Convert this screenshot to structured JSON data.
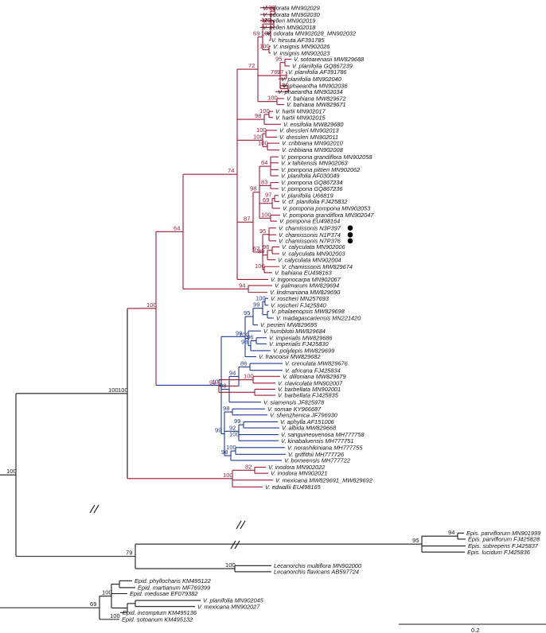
{
  "colors": {
    "black": "#1a1a1a",
    "red": "#9b1b36",
    "blue": "#1f3a93",
    "marker": "#000000"
  },
  "scale_bar": {
    "label": "0.2"
  },
  "tips": [
    {
      "label": "V. odorata MN902029",
      "color": "red"
    },
    {
      "label": "V. odorata MN902030",
      "color": "red"
    },
    {
      "label": "V. helleri MN902019",
      "color": "red"
    },
    {
      "label": "V. helleri MN902018",
      "color": "red"
    },
    {
      "label": "V. odorata MN902028_MN902032",
      "color": "red"
    },
    {
      "label": "V. hirsuta AF391785",
      "color": "red"
    },
    {
      "label": "V. insignis MN902026",
      "color": "red"
    },
    {
      "label": "V. insignis MN902023",
      "color": "red"
    },
    {
      "label": "V. sotoarenasii MW829688",
      "color": "red"
    },
    {
      "label": "V. planifolia GQ867239",
      "color": "red"
    },
    {
      "label": "V. planifolia AF391786",
      "color": "red"
    },
    {
      "label": "V. planifolia MN902040",
      "color": "red"
    },
    {
      "label": "V. phaeantha MN902036",
      "color": "red"
    },
    {
      "label": "V. phaeantha MN902034",
      "color": "red"
    },
    {
      "label": "V. bahiana MW829672",
      "color": "red"
    },
    {
      "label": "V. bahiana MW829671",
      "color": "red"
    },
    {
      "label": "V. hartii MN902017",
      "color": "red"
    },
    {
      "label": "V. hartii MN902015",
      "color": "red"
    },
    {
      "label": "V. ensifolia MW829680",
      "color": "red"
    },
    {
      "label": "V. dressleri MN902013",
      "color": "red"
    },
    {
      "label": "V. dressleri MN902011",
      "color": "red"
    },
    {
      "label": "V. cribbiana MN902010",
      "color": "red"
    },
    {
      "label": "V. cribbiana MN902008",
      "color": "red"
    },
    {
      "label": "V. pompona grandiflora MN902058",
      "color": "red"
    },
    {
      "label": "V. x tahitensis MN902063",
      "color": "red"
    },
    {
      "label": "V. pompona pittieri MN902062",
      "color": "red"
    },
    {
      "label": "V. planifolia AF030049",
      "color": "red"
    },
    {
      "label": "V. pompona GQ867234",
      "color": "red"
    },
    {
      "label": "V. pompona GQ867236",
      "color": "red"
    },
    {
      "label": "V. planifolia U66819",
      "color": "red"
    },
    {
      "label": "V. cf. planifolia FJ425832",
      "color": "red"
    },
    {
      "label": "V. pompona pompona MN902053",
      "color": "red"
    },
    {
      "label": "V. pompona grandiflora MN902047",
      "color": "red"
    },
    {
      "label": "V. pompona EU498164",
      "color": "red"
    },
    {
      "label": "V. chamissonis N3P397",
      "color": "red",
      "marker": true
    },
    {
      "label": "V. chamissonis N1P374",
      "color": "red",
      "marker": true
    },
    {
      "label": "V. chamissonis N7P376",
      "color": "red",
      "marker": true
    },
    {
      "label": "V. calyculata MN902006",
      "color": "red"
    },
    {
      "label": "V. calyculata MN902003",
      "color": "red"
    },
    {
      "label": "V. calyculata MN902004",
      "color": "red"
    },
    {
      "label": "V. chamissonis MW829674",
      "color": "red"
    },
    {
      "label": "V. bahiana EU498163",
      "color": "red"
    },
    {
      "label": "V. trigonocarpa MN902067",
      "color": "red"
    },
    {
      "label": "V. palmarum MW829694",
      "color": "red"
    },
    {
      "label": "V. lindmaniana MW829690",
      "color": "red"
    },
    {
      "label": "V. roscheri MN257693",
      "color": "blue"
    },
    {
      "label": "V. roscheri FJ425840",
      "color": "blue"
    },
    {
      "label": "V. phalaenopsis MW829698",
      "color": "blue"
    },
    {
      "label": "V. madagascariensis MN221420",
      "color": "blue"
    },
    {
      "label": "V. perrieri MW829695",
      "color": "blue"
    },
    {
      "label": "V. humblotii MW829684",
      "color": "blue"
    },
    {
      "label": "V. imperialis MW829686",
      "color": "blue"
    },
    {
      "label": "V. imperialis FJ425830",
      "color": "blue"
    },
    {
      "label": "V. polylepis MW829699",
      "color": "blue"
    },
    {
      "label": "V. francoisii MW829682",
      "color": "blue"
    },
    {
      "label": "V. crenulata MW829676",
      "color": "blue"
    },
    {
      "label": "V. africana FJ425834",
      "color": "blue"
    },
    {
      "label": "V. dilloniana MW829679",
      "color": "red"
    },
    {
      "label": "V. claviculata MN902007",
      "color": "red"
    },
    {
      "label": "V. barbellata MN902001",
      "color": "red"
    },
    {
      "label": "V. barbellata FJ425835",
      "color": "red"
    },
    {
      "label": "V. siamensis JF825978",
      "color": "blue"
    },
    {
      "label": "V. somae KY966687",
      "color": "blue"
    },
    {
      "label": "V. shenzhenica JF796930",
      "color": "blue"
    },
    {
      "label": "V. aphylla AF151006",
      "color": "blue"
    },
    {
      "label": "V. albida MW829668",
      "color": "blue"
    },
    {
      "label": "V. sanguineovenosa MH777758",
      "color": "blue"
    },
    {
      "label": "V. kinabaluensis MH777751",
      "color": "blue"
    },
    {
      "label": "V. norashikiniana MH777755",
      "color": "blue"
    },
    {
      "label": "V. griffithii MH777726",
      "color": "blue"
    },
    {
      "label": "V. borneensis MH777722",
      "color": "blue"
    },
    {
      "label": "V. inodora MN902022",
      "color": "red"
    },
    {
      "label": "V. inodora MN902021",
      "color": "red"
    },
    {
      "label": "V. mexicana MW829691_MW829692",
      "color": "red"
    },
    {
      "label": "V. edwallii EU498165",
      "color": "red"
    },
    {
      "label": "Epis. parviflorum MN901999",
      "color": "black"
    },
    {
      "label": "Epis. parviflorum FJ425828",
      "color": "black"
    },
    {
      "label": "Epis. subrepens FJ425837",
      "color": "black"
    },
    {
      "label": "Epis. lucidum FJ425836",
      "color": "black"
    },
    {
      "label": "Lecanorchis multiflora MN902000",
      "color": "black"
    },
    {
      "label": "Lecanorchis flavicans AB597724",
      "color": "black"
    },
    {
      "label": "Epid. phyllocharis KM495122",
      "color": "black"
    },
    {
      "label": "Epid. martianum MF769399",
      "color": "black"
    },
    {
      "label": "Epid. medusae EF079382",
      "color": "black"
    },
    {
      "label": "V. planifolia MN902045",
      "color": "black"
    },
    {
      "label": "V. mexicana MN902027",
      "color": "black"
    },
    {
      "label": "Epid. incomptum KM495136",
      "color": "black"
    },
    {
      "label": "Epid. sotoanum KM495132",
      "color": "black"
    }
  ],
  "supports": [
    "100",
    "79",
    "100",
    "100",
    "100",
    "69",
    "95",
    "97",
    "100",
    "76",
    "100",
    "72",
    "100",
    "98",
    "100",
    "100",
    "100",
    "64",
    "83",
    "97",
    "69",
    "100",
    "98",
    "95",
    "96",
    "89",
    "100",
    "62",
    "87",
    "74",
    "94",
    "64",
    "100",
    "99",
    "95",
    "96",
    "98",
    "100",
    "99",
    "86",
    "100",
    "99",
    "94",
    "98",
    "98",
    "99",
    "100",
    "92",
    "100",
    "98",
    "99",
    "100",
    "100",
    "82",
    "100",
    "100",
    "100",
    "94",
    "95"
  ],
  "series": [
    {
      "name": "V. chamissonis N3P397",
      "values": [
        1
      ]
    },
    {
      "name": "V. chamissonis N1P374",
      "values": [
        1
      ]
    },
    {
      "name": "V. chamissonis N7P376",
      "values": [
        1
      ]
    }
  ]
}
